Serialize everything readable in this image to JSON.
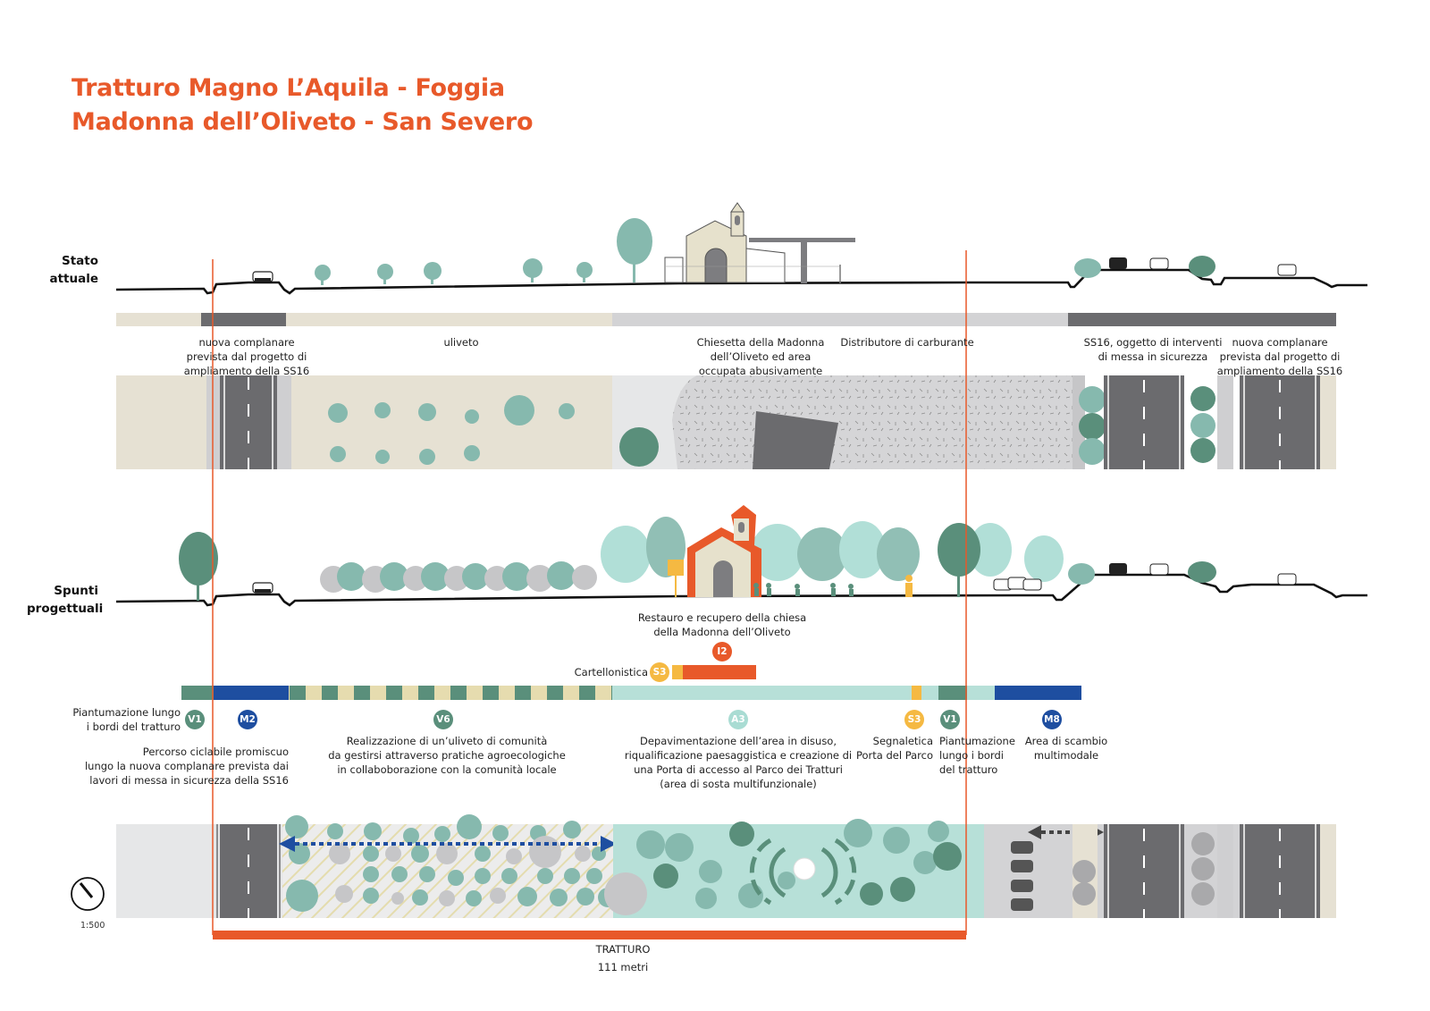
{
  "title": {
    "line1": "Tratturo Magno L’Aquila - Foggia",
    "line2": "Madonna dell’Oliveto - San Severo"
  },
  "sections": {
    "current": {
      "label_line1": "Stato",
      "label_line2": "attuale"
    },
    "proposal": {
      "label_line1": "Spunti",
      "label_line2": "progettuali"
    }
  },
  "current_labels": [
    {
      "lines": [
        "nuova complanare",
        "prevista dal progetto di",
        "ampliamento della SS16"
      ]
    },
    {
      "lines": [
        "uliveto"
      ]
    },
    {
      "lines": [
        "Chiesetta della Madonna",
        "dell’Oliveto ed area",
        "occupata abusivamente"
      ]
    },
    {
      "lines": [
        "Distributore di carburante"
      ]
    },
    {
      "lines": [
        "SS16, oggetto di interventi",
        "di messa in sicurezza"
      ]
    },
    {
      "lines": [
        "nuova complanare",
        "prevista dal progetto di",
        "ampliamento della SS16"
      ]
    }
  ],
  "proposal_top": {
    "restauro_line1": "Restauro e recupero della chiesa",
    "restauro_line2": "della Madonna dell’Oliveto",
    "cartellonistica": "Cartellonistica"
  },
  "badges": [
    {
      "code": "I2",
      "color": "#e8592a"
    },
    {
      "code": "S3",
      "color": "#f5b942"
    },
    {
      "code": "V1",
      "color": "#5a8f7b"
    },
    {
      "code": "M2",
      "color": "#1e4ea0"
    },
    {
      "code": "V6",
      "color": "#5a8f7b"
    },
    {
      "code": "A3",
      "color": "#a9dcd3"
    },
    {
      "code": "S3",
      "color": "#f5b942"
    },
    {
      "code": "V1",
      "color": "#5a8f7b"
    },
    {
      "code": "M8",
      "color": "#1e4ea0"
    }
  ],
  "interventions": [
    {
      "lines": [
        "Piantumazione lungo",
        "i bordi del tratturo"
      ]
    },
    {
      "lines": [
        "Percorso ciclabile promiscuo",
        "lungo la nuova complanare prevista dai",
        "lavori di messa in sicurezza della SS16"
      ]
    },
    {
      "lines": [
        "Realizzazione di un’uliveto di comunità",
        "da gestirsi attraverso pratiche agroecologiche",
        "in collaboborazione con la comunità locale"
      ]
    },
    {
      "lines": [
        "Depavimentazione dell’area in disuso,",
        "riqualificazione paesaggistica e creazione di",
        "una Porta di accesso al Parco dei Tratturi",
        "(area  di sosta multifunzionale)"
      ]
    },
    {
      "lines": [
        "Segnaletica",
        "Porta del Parco"
      ]
    },
    {
      "lines": [
        "Piantumazione",
        "lungo i bordi",
        "del tratturo"
      ]
    },
    {
      "lines": [
        "Area di scambio",
        "multimodale"
      ]
    }
  ],
  "scale": {
    "label": "1:500"
  },
  "tratturo": {
    "label": "TRATTURO",
    "length": "111 metri"
  },
  "colors": {
    "orange": "#e8592a",
    "teal_dark": "#5a8f7b",
    "teal_light": "#a9dcd3",
    "blue": "#1e4ea0",
    "yellow": "#f5b942",
    "beige": "#e6e1d3",
    "road": "#6b6b6e",
    "grey": "#d3d3d5"
  }
}
